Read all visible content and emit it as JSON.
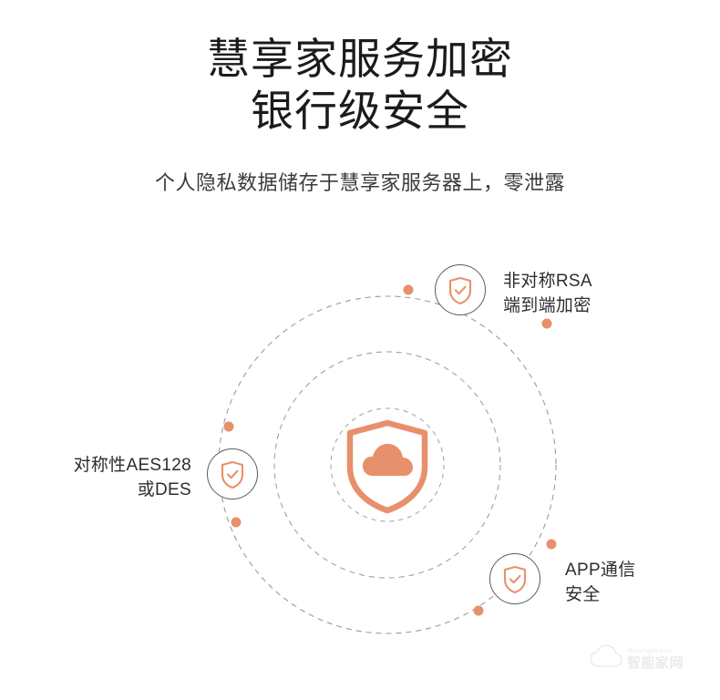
{
  "header": {
    "title_line_1": "慧享家服务加密",
    "title_line_2": "银行级安全",
    "subtitle": "个人隐私数据储存于慧享家服务器上，零泄露"
  },
  "diagram": {
    "center": {
      "icon": "shield-cloud-icon"
    },
    "nodes": [
      {
        "id": "asymmetric-rsa",
        "icon": "shield-check-icon",
        "label_line_1": "非对称RSA",
        "label_line_2": "端到端加密"
      },
      {
        "id": "symmetric-aes",
        "icon": "shield-check-icon",
        "label_line_1": "对称性AES128",
        "label_line_2": "或DES"
      },
      {
        "id": "app-communication",
        "icon": "shield-check-icon",
        "label_line_1": "APP通信",
        "label_line_2": "安全"
      }
    ]
  },
  "watermark": {
    "top_text": "zhinengjia.com",
    "main_text": "智能家网",
    "icon": "cloud-icon"
  },
  "colors": {
    "accent_coral": "#e8906b",
    "orbit_gray": "#8a8a8a",
    "node_border": "#5b5b5b",
    "title_black": "#1b1b1b",
    "body_gray": "#2e2e2e",
    "background": "#ffffff"
  }
}
